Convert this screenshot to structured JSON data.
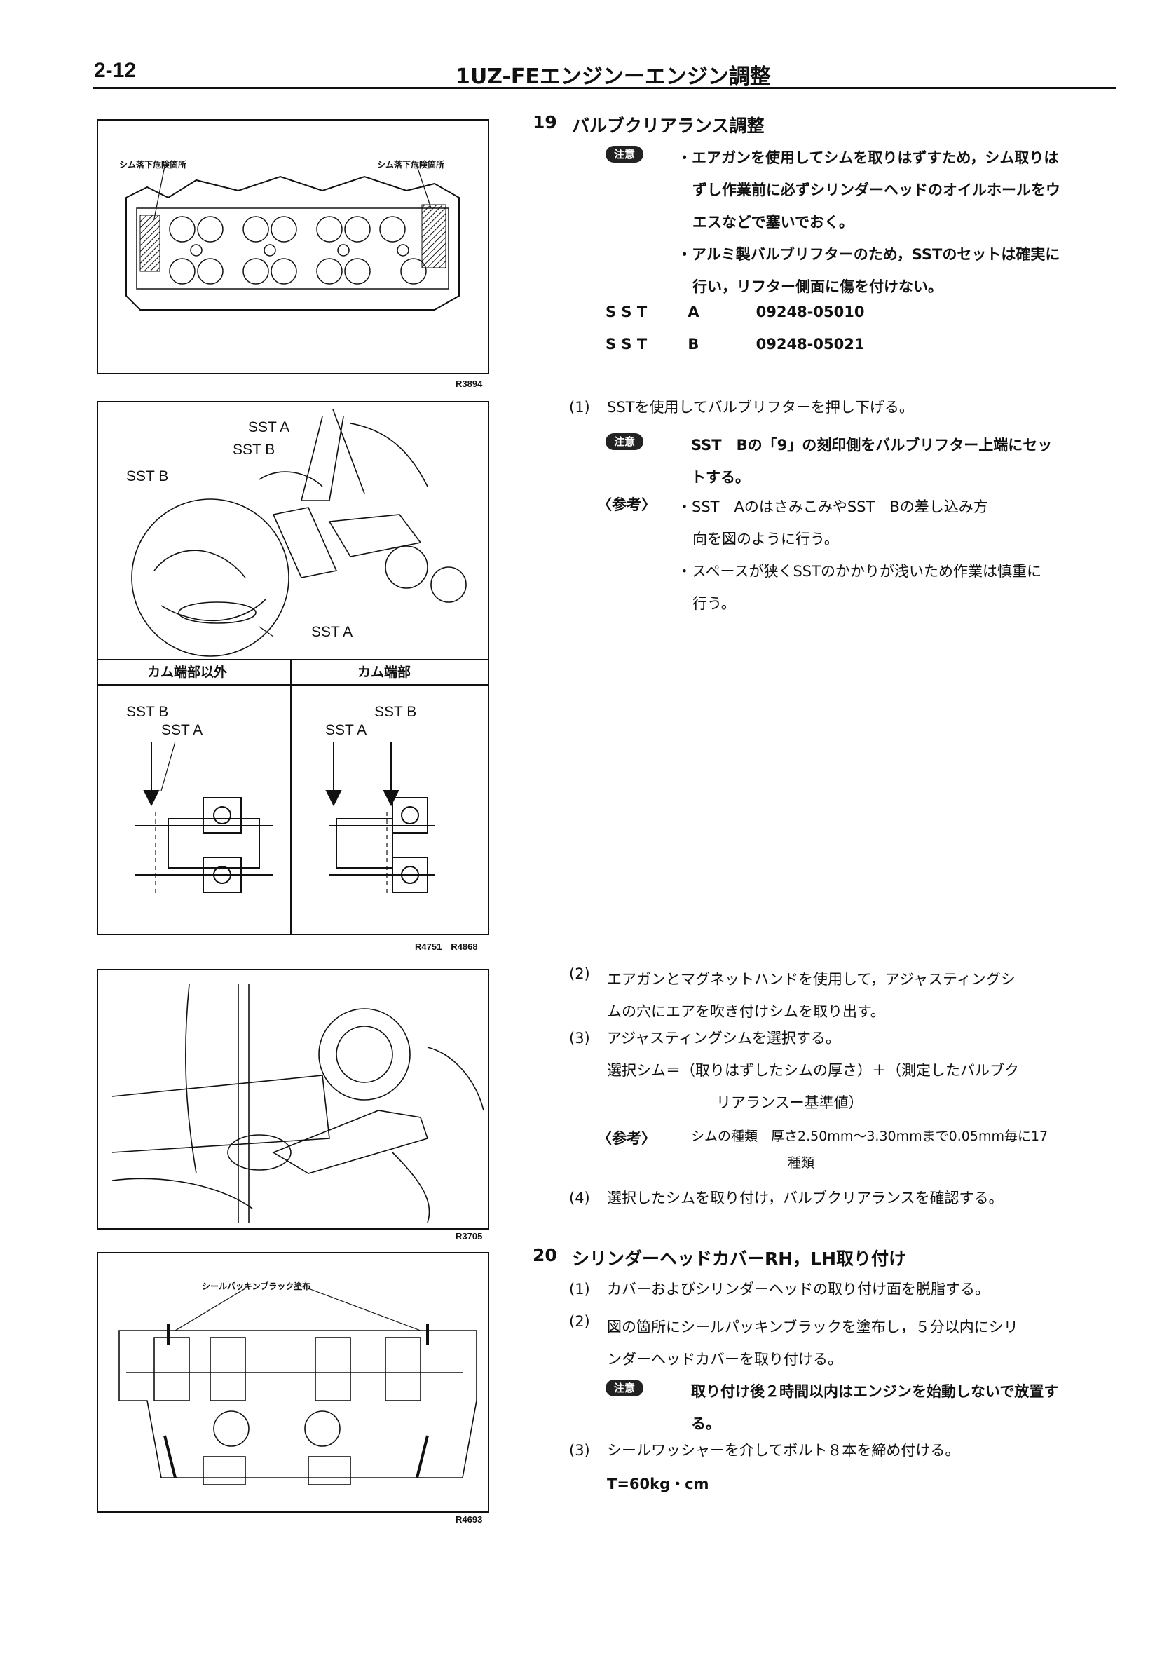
{
  "header": {
    "page_number": "2-12",
    "title": "1UZ-FEエンジンーエンジン調整"
  },
  "figures": {
    "fig1": {
      "label_left": "シム落下危険箇所",
      "label_right": "シム落下危険箇所",
      "code": "R3894"
    },
    "fig2": {
      "sst_a_top": "SST A",
      "sst_b_top": "SST B",
      "sst_b_left": "SST B",
      "sst_a_bottom": "SST A"
    },
    "fig3": {
      "col_left": "カム端部以外",
      "col_right": "カム端部",
      "left_sst_b": "SST B",
      "left_sst_a": "SST A",
      "right_sst_b": "SST B",
      "right_sst_a": "SST A",
      "code": "R4751　R4868"
    },
    "fig4": {
      "code": "R3705"
    },
    "fig5": {
      "label": "シールパッキンブラック塗布",
      "code": "R4693"
    }
  },
  "section19": {
    "number": "19",
    "title": "バルブクリアランス調整",
    "caution_badge": "注意",
    "caution_lines": [
      "・エアガンを使用してシムを取りはずすため，シム取りは",
      "ずし作業前に必ずシリンダーヘッドのオイルホールをウ",
      "エスなどで塞いでおく。",
      "・アルミ製バルブリフターのため，SSTのセットは確実に",
      "行い，リフター側面に傷を付けない。"
    ],
    "sst": [
      {
        "label": "S S T",
        "key": "A",
        "part": "09248-05010"
      },
      {
        "label": "S S T",
        "key": "B",
        "part": "09248-05021"
      }
    ],
    "step1": {
      "num": "(1)",
      "text": "SSTを使用してバルブリフターを押し下げる。",
      "caution_badge": "注意",
      "caution_lines": [
        "SST　Bの「9」の刻印側をバルブリフター上端にセッ",
        "トする。"
      ],
      "ref_label": "〈参考〉",
      "ref_lines": [
        "・SST　AのはさみこみやSST　Bの差し込み方",
        "向を図のように行う。",
        "・スペースが狭くSSTのかかりが浅いため作業は慎重に",
        "行う。"
      ]
    },
    "step2": {
      "num": "(2)",
      "lines": [
        "エアガンとマグネットハンドを使用して，アジャスティングシ",
        "ムの穴にエアを吹き付けシムを取り出す。"
      ]
    },
    "step3": {
      "num": "(3)",
      "text": "アジャスティングシムを選択する。",
      "formula_line1": "選択シム＝（取りはずしたシムの厚さ）＋（測定したバルブク",
      "formula_line2": "リアランスー基準値）",
      "ref_label": "〈参考〉",
      "ref_line1": "シムの種類　厚さ2.50mm〜3.30mmまで0.05mm毎に17",
      "ref_line2": "種類"
    },
    "step4": {
      "num": "(4)",
      "text": "選択したシムを取り付け，バルブクリアランスを確認する。"
    }
  },
  "section20": {
    "number": "20",
    "title": "シリンダーヘッドカバーRH，LH取り付け",
    "step1": {
      "num": "(1)",
      "text": "カバーおよびシリンダーヘッドの取り付け面を脱脂する。"
    },
    "step2": {
      "num": "(2)",
      "lines": [
        "図の箇所にシールパッキンブラックを塗布し，５分以内にシリ",
        "ンダーヘッドカバーを取り付ける。"
      ],
      "caution_badge": "注意",
      "caution_lines": [
        "取り付け後２時間以内はエンジンを始動しないで放置す",
        "る。"
      ]
    },
    "step3": {
      "num": "(3)",
      "text": "シールワッシャーを介してボルト８本を締め付ける。",
      "torque": "T=60kg・cm"
    }
  }
}
